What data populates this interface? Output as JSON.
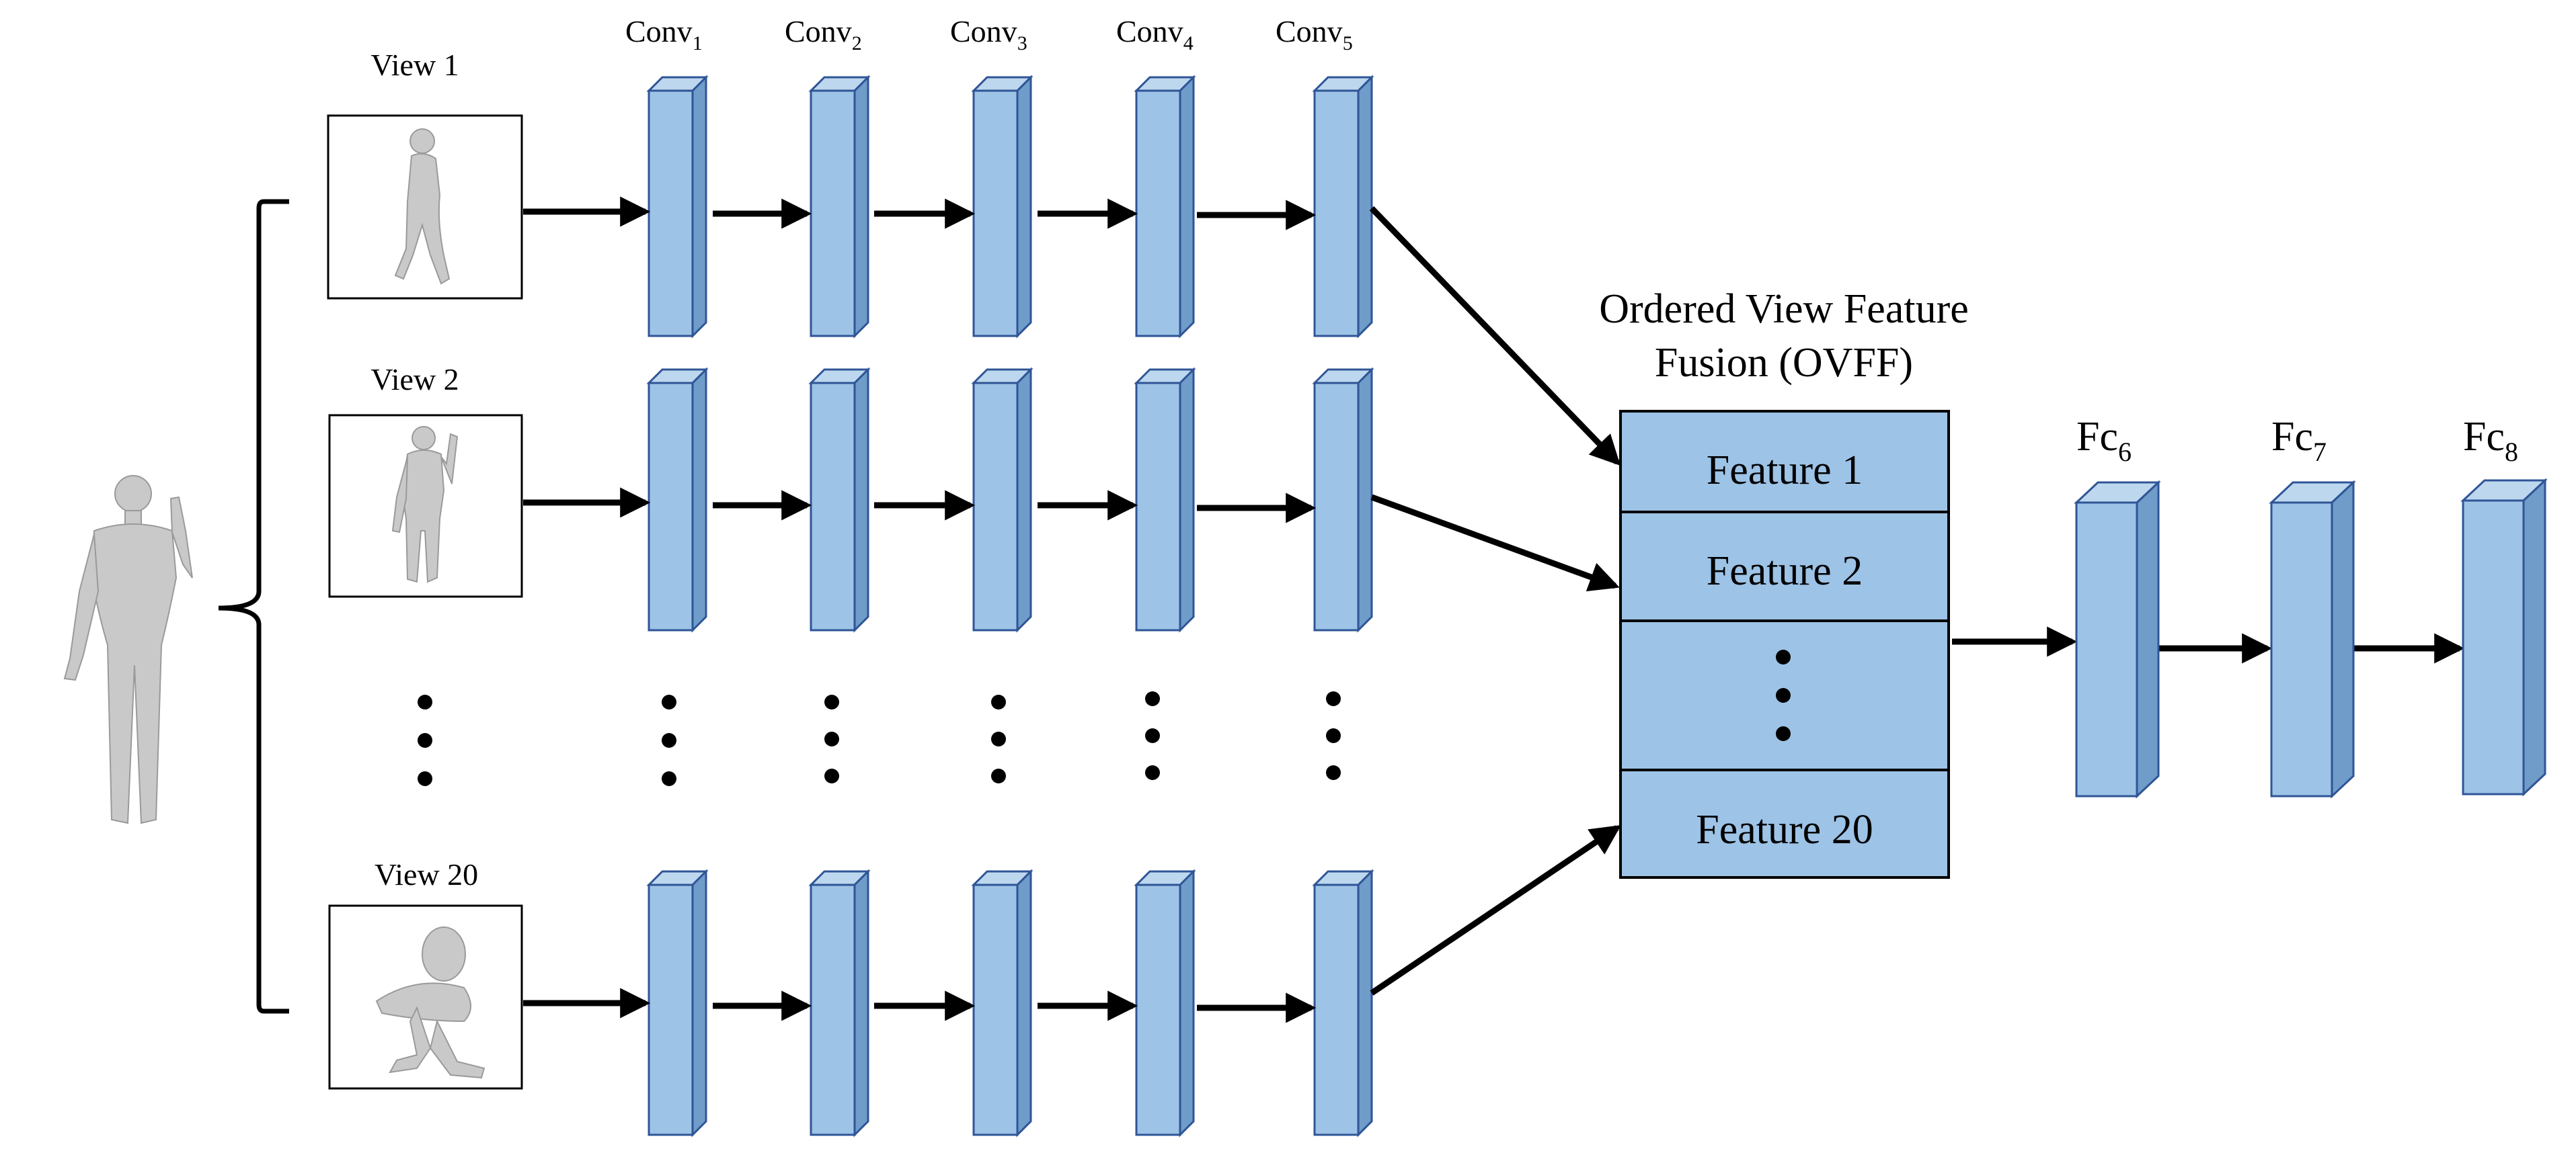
{
  "views": [
    {
      "label": "View 1",
      "icon": "human-mesh-view-1"
    },
    {
      "label": "View 2",
      "icon": "human-mesh-view-2"
    },
    {
      "label": "View 20",
      "icon": "human-mesh-view-20"
    }
  ],
  "conv_layers": [
    {
      "base": "Conv",
      "sub": "1"
    },
    {
      "base": "Conv",
      "sub": "2"
    },
    {
      "base": "Conv",
      "sub": "3"
    },
    {
      "base": "Conv",
      "sub": "4"
    },
    {
      "base": "Conv",
      "sub": "5"
    }
  ],
  "ovff": {
    "title_line1": "Ordered View Feature",
    "title_line2": "Fusion (OVFF)",
    "features": [
      "Feature 1",
      "Feature 2",
      "Feature 20"
    ]
  },
  "fc_layers": [
    {
      "base": "Fc",
      "sub": "6"
    },
    {
      "base": "Fc",
      "sub": "7"
    },
    {
      "base": "Fc",
      "sub": "8"
    }
  ],
  "icons": {
    "input_model": "human-mesh-model",
    "brace": "left-curly-brace",
    "ellipsis": "vertical-ellipsis"
  },
  "colors": {
    "layer_fill": "#9dc3e6",
    "layer_stroke": "#2f5597",
    "arrow": "#000000"
  }
}
